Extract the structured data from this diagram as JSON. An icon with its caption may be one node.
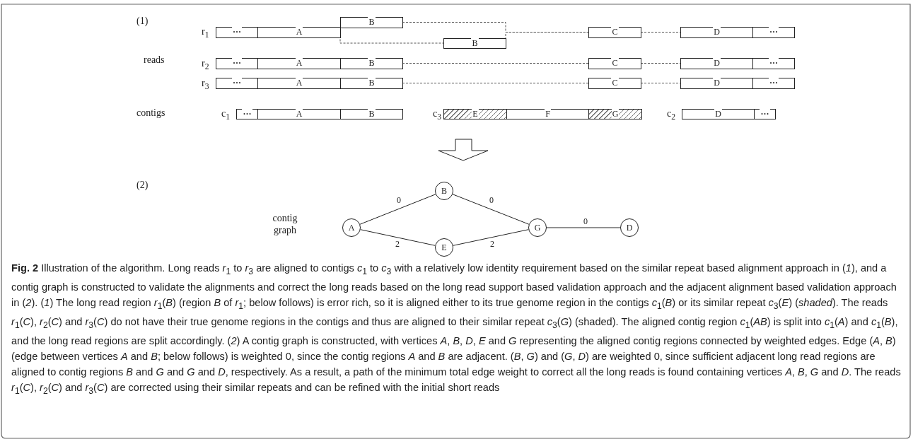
{
  "diagram": {
    "caption": "**Fig. 2** Illustration of the algorithm. Long reads *r*$_{1}$ to *r*$_{3}$ are aligned to contigs *c*$_{1}$ to *c*$_{3}$ with a relatively low identity requirement based on the similar repeat based alignment approach in (*1*), and a contig graph is constructed to validate the alignments and correct the long reads based on the long read support based validation approach and the adjacent alignment based validation approach in (*2*). (*1*) The long read region *r*$_{1}$(*B*) (region *B* of *r*$_{1}$; below follows) is error rich, so it is aligned either to its true genome region in the contigs *c*$_{1}$(*B*) or its similar repeat *c*$_{3}$(*E*) (*shaded*). The reads *r*$_{1}$(*C*), *r*$_{2}$(*C*) and *r*$_{3}$(*C*) do not have their true genome regions in the contigs and thus are aligned to their similar repeat *c*$_{3}$(*G*) (shaded). The aligned contig region *c*$_{1}$(*AB*) is split into *c*$_{1}$(*A*) and *c*$_{1}$(*B*), and the long read regions are split accordingly. (*2*) A contig graph is constructed, with vertices *A*, *B*, *D*, *E* and *G* representing the aligned contig regions connected by weighted edges. Edge (*A*, *B*) (edge between vertices *A* and *B*; below follows) is weighted 0, since the contig regions *A* and *B* are adjacent. (*B*, *G*) and (*G*, *D*) are weighted 0, since sufficient adjacent long read regions are aligned to contig regions *B* and *G* and *G* and *D*, respectively. As a result, a path of the minimum total edge weight to correct all the long reads is found containing vertices *A*, *B*, *G* and *D*. The reads *r*$_{1}$(*C*), *r*$_{2}$(*C*) and *r*$_{3}$(*C*) are corrected using their similar repeats and can be refined with the initial short reads",
    "nodes": [
      {
        "text": [
          "(1)"
        ]
      },
      {
        "text": [
          "···"
        ],
        "in": 0
      },
      {
        "text": [
          "A"
        ],
        "in": 0
      },
      {
        "text": [
          "B"
        ],
        "in": 0
      },
      {
        "text": [
          "B"
        ],
        "in": 0
      },
      {
        "text": [
          "C"
        ],
        "in": 0
      },
      {
        "text": [
          "D"
        ],
        "in": 0
      },
      {
        "text": [
          "···"
        ],
        "in": 0
      },
      {
        "text": [
          "···"
        ],
        "in": 0
      },
      {
        "text": [
          "A"
        ],
        "in": 0
      },
      {
        "text": [
          "B"
        ],
        "in": 0
      },
      {
        "text": [
          "C"
        ],
        "in": 0
      },
      {
        "text": [
          "D"
        ],
        "in": 0
      },
      {
        "text": [
          "···"
        ],
        "in": 0
      },
      {
        "text": [
          "···"
        ],
        "in": 0
      },
      {
        "text": [
          "A"
        ],
        "in": 0
      },
      {
        "text": [
          "B"
        ],
        "in": 0
      },
      {
        "text": [
          "C"
        ],
        "in": 0
      },
      {
        "text": [
          "D"
        ],
        "in": 0
      },
      {
        "text": [
          "···"
        ],
        "in": 0
      },
      {
        "text": [
          "···"
        ],
        "in": 0
      },
      {
        "text": [
          "A"
        ],
        "in": 0
      },
      {
        "text": [
          "B"
        ],
        "in": 0
      },
      {
        "text": [
          "E"
        ],
        "in": 0
      },
      {
        "text": [
          "F"
        ],
        "in": 0
      },
      {
        "text": [
          "G"
        ],
        "in": 0
      },
      {
        "text": [
          "D"
        ],
        "in": 0
      },
      {
        "text": [
          "···"
        ],
        "in": 0
      },
      {
        "text": [
          "(2)"
        ]
      },
      {
        "text": [
          "A"
        ],
        "in": 28
      },
      {
        "text": [
          "B"
        ],
        "in": 28
      },
      {
        "text": [
          "E"
        ],
        "in": 28
      },
      {
        "text": [
          "G"
        ],
        "in": 28
      },
      {
        "text": [
          "D"
        ],
        "in": 28
      }
    ],
    "edges": [
      {
        "from": 0,
        "to": 28,
        "arrow": "to"
      },
      {
        "from": 2,
        "to": 4,
        "arrow": "none",
        "style": "dashed"
      },
      {
        "from": 3,
        "to": 5,
        "arrow": "none",
        "style": "dashed"
      },
      {
        "from": 4,
        "to": 5,
        "arrow": "none",
        "style": "dashed"
      },
      {
        "from": 5,
        "to": 6,
        "arrow": "none",
        "style": "dashed"
      },
      {
        "from": 10,
        "to": 11,
        "arrow": "none",
        "style": "dashed"
      },
      {
        "from": 11,
        "to": 12,
        "arrow": "none",
        "style": "dashed"
      },
      {
        "from": 16,
        "to": 17,
        "arrow": "none",
        "style": "dashed"
      },
      {
        "from": 17,
        "to": 18,
        "arrow": "none",
        "style": "dashed"
      },
      {
        "from": 29,
        "to": 30,
        "label": "0",
        "arrow": "none"
      },
      {
        "from": 29,
        "to": 31,
        "label": "2",
        "arrow": "none"
      },
      {
        "from": 30,
        "to": 32,
        "label": "0",
        "arrow": "none"
      },
      {
        "from": 31,
        "to": 32,
        "label": "2",
        "arrow": "none"
      },
      {
        "from": 32,
        "to": 33,
        "label": "0",
        "arrow": "none"
      }
    ],
    "labels": [
      "r$_{1}$",
      "reads",
      "r$_{2}$",
      "r$_{3}$",
      "contigs",
      "c$_{1}$",
      "c$_{3}$",
      "c$_{2}$",
      "contig graph"
    ]
  }
}
